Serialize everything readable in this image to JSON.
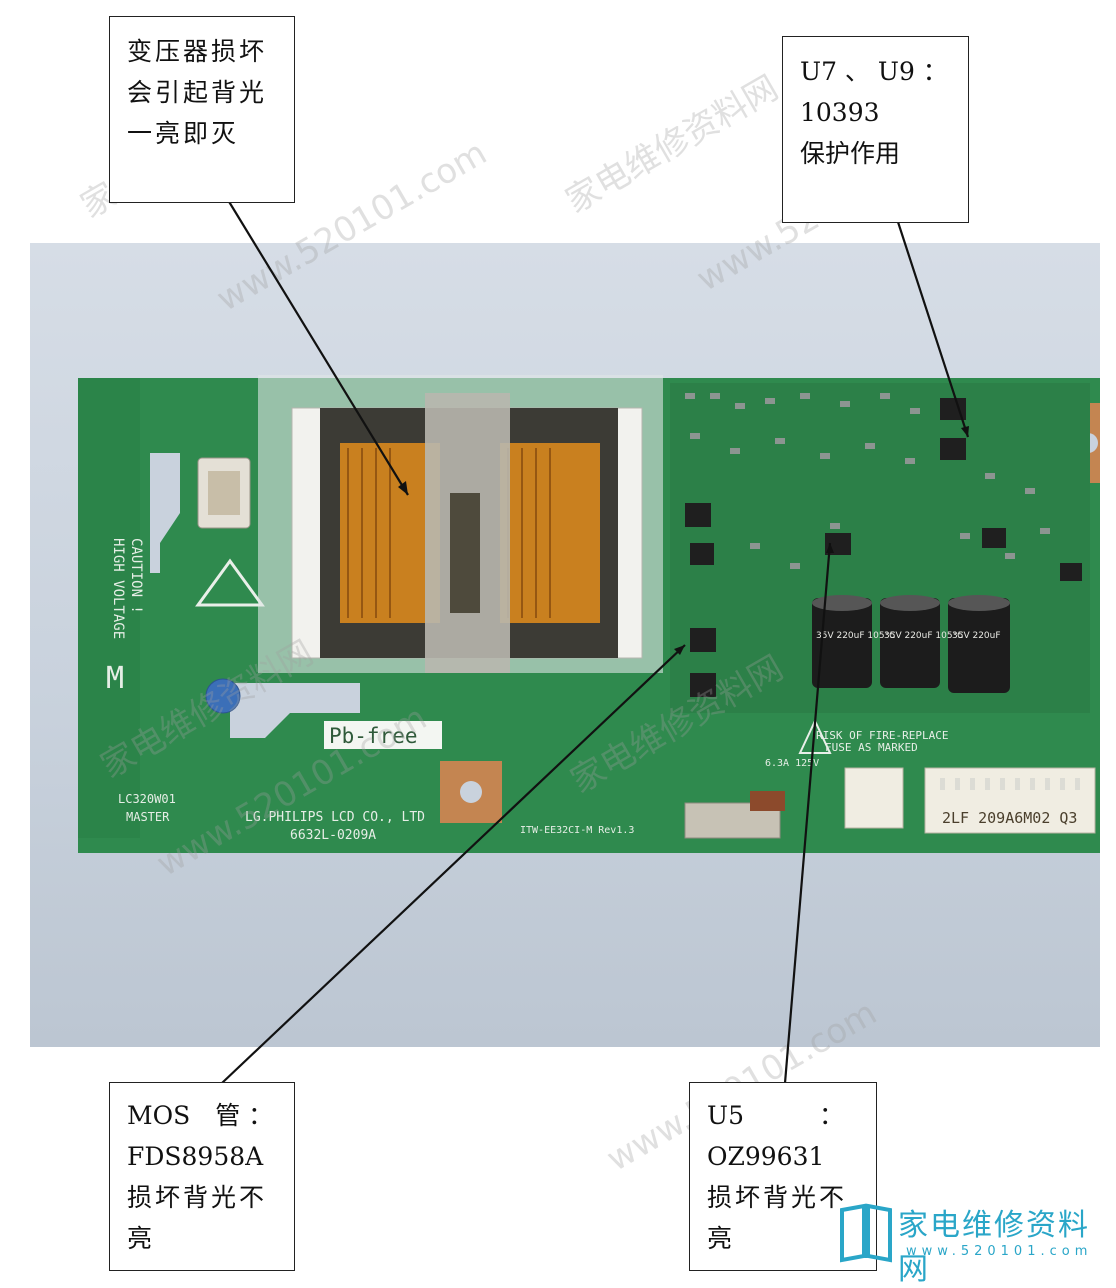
{
  "callouts": {
    "transformer": {
      "lines": [
        "变压器损坏",
        "会引起背光",
        "一亮即灭"
      ]
    },
    "protection": {
      "lines": [
        "U7 、 U9 ：",
        "10393",
        "保护作用"
      ]
    },
    "mos": {
      "lines": [
        "MOS　管 ：",
        "FDS8958A",
        "损坏背光不",
        "亮"
      ]
    },
    "u5": {
      "line1_a": "U5",
      "line1_b": "：",
      "lines": [
        "OZ99631",
        "损坏背光不",
        "亮"
      ]
    }
  },
  "board_text": {
    "pb_free": "Pb-free",
    "model": "LC320W01",
    "master": "MASTER",
    "maker": "LG.PHILIPS LCD CO., LTD",
    "part_no": "6632L-0209A",
    "itw": "ITW-EE32CI-M Rev1.3",
    "caution": "CAUTION !",
    "high_voltage": "HIGH VOLTAGE",
    "m_mark": "M",
    "risk": "RISK OF FIRE-REPLACE",
    "fuse": "FUSE AS MARKED",
    "fuse_rating": "6.3A 125V",
    "sticker": "2LF 209A6M02 Q3",
    "cap_label_1": "35V 220uF 105°C",
    "cap_label_2": "35V 220uF 105°C",
    "cap_label_3": "35V 220uF"
  },
  "watermark": {
    "site_cn": "家电维修资料网",
    "site_url": "www.520101.com"
  },
  "logo": {
    "cn": "家电维修资料网",
    "url": "www.520101.com"
  },
  "colors": {
    "pcb": "#2f8a4e",
    "pcb_dark": "#236c3b",
    "background": "#c9d2dd",
    "logo": "#2aa6c8"
  }
}
